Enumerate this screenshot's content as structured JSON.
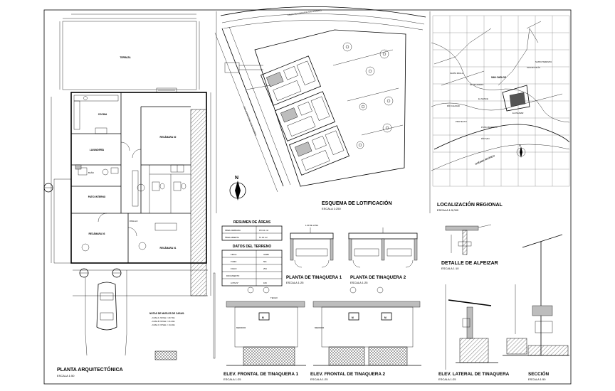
{
  "plan": {
    "title": "PLANTA ARQUITECTÓNICA",
    "scale": "ESCALA 1:50",
    "rooms": {
      "terraza": "TERRAZA",
      "cocina": "COCINA",
      "lavanderia": "LAVANDERÍA",
      "bano": "BAÑO",
      "patio": "PATIO INTERNO",
      "dormitorio2": "RECÁMARA 02",
      "dormitorio3": "RECÁMARA 03",
      "dormitorio1": "RECÁMARA 01",
      "pasillo": "PASILLO"
    },
    "notes_title": "NOTAS DE NIVELES DE CASAS:",
    "notes": [
      "- CASA A: NIVEL = 20.70m",
      "- CASA B: NIVEL = 21.20m",
      "- CASA C: NIVEL = 21.20m"
    ]
  },
  "lotificacion": {
    "title": "ESQUEMA DE LOTIFICACIÓN",
    "scale": "ESCALA 1:250",
    "street_top": "CALLE SECUNDARIA (SIN NOMBRE)",
    "street_left": "CALLE PRINCIPAL (SIN NOMBRE)"
  },
  "location": {
    "title": "LOCALIZACIÓN REGIONAL",
    "scale": "ESCALA 1:5,000",
    "places": [
      "SANTA TERESITA",
      "SAN CARLOS",
      "SANTA PAULA",
      "EL VELADERO",
      "EL NANCE",
      "SAN NICOLÁS",
      "EL PALMAR",
      "RÍO CALIDAD",
      "PROYECTO",
      "PUNTA BARRIOS",
      "RÍO SAN"
    ],
    "ocean": "OCÉANO PACÍFICO"
  },
  "areas": {
    "title": "RESUMEN DE ÁREAS",
    "rows": [
      [
        "ÁREA CERRADA",
        "153.11 m2"
      ],
      [
        "ÁREA ABIERTA",
        "57.30 m2"
      ]
    ],
    "terrain_title": "DATOS DEL TERRENO",
    "terrain_rows": [
      [
        "FINCA",
        "34385"
      ],
      [
        "TOMO",
        "501"
      ],
      [
        "FOLIO",
        "254"
      ],
      [
        "DOCUMENTO",
        ""
      ],
      [
        "LOTE N°",
        "169"
      ]
    ]
  },
  "details": {
    "planta1": "PLANTA DE TINAQUERA 1",
    "planta2": "PLANTA DE TINAQUERA 2",
    "planta_scale": "ESCALA 1:25",
    "alfeizar": "DETALLE DE ALFEIZAR",
    "alfeizar_scale": "ESCALA 1:10",
    "elev1": "ELEV. FRONTAL DE TINAQUERA 1",
    "elev2": "ELEV. FRONTAL DE TINAQUERA 2",
    "elev_lateral": "ELEV. LATERAL DE TINAQUERA",
    "elev_scale": "ESCALA 1:25",
    "seccion": "SECCIÓN",
    "seccion_scale": "ESCALA 1:50",
    "north": "N",
    "medidor": "MEDIDOR",
    "techo": "TECHO"
  }
}
